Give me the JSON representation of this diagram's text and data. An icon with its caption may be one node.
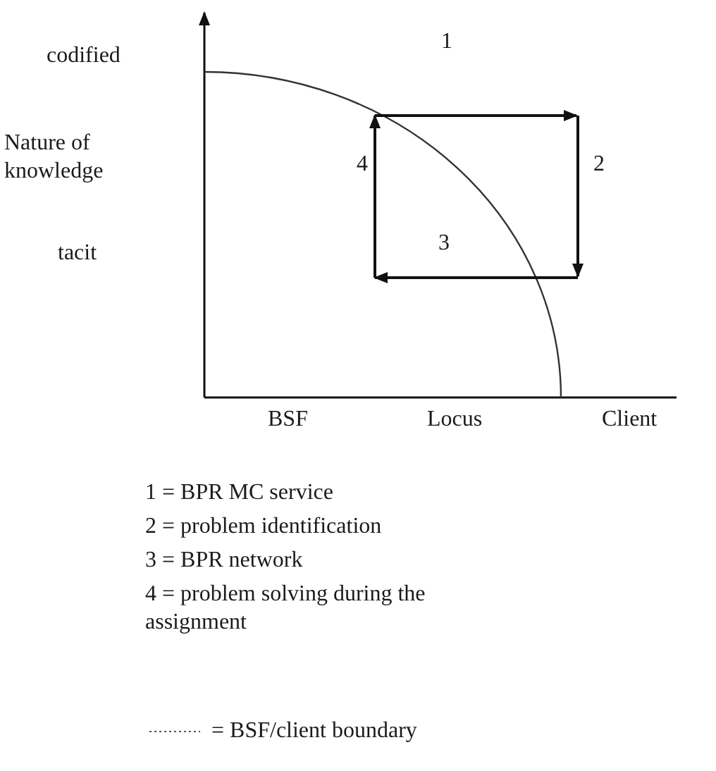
{
  "diagram": {
    "labels": [
      "codified",
      "Nature of knowledge",
      "tacit",
      "1",
      "2",
      "3",
      "4",
      "BSF",
      "Locus",
      "Client",
      "1 = BPR MC service",
      "2 = problem identification",
      "3 = BPR network",
      "4 = problem solving during the assignment"
    ],
    "legend": [
      {
        "text": "= BSF/client boundary"
      }
    ]
  }
}
